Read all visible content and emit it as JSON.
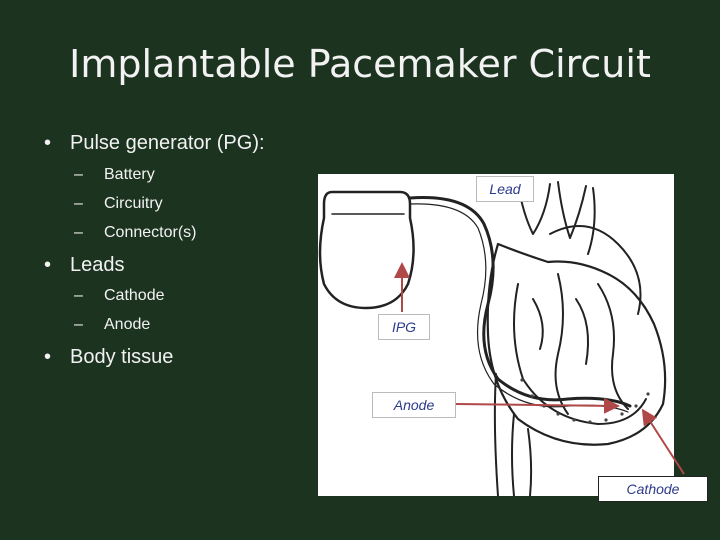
{
  "slide": {
    "title": "Implantable Pacemaker Circuit",
    "bullets": [
      {
        "text": "Pulse generator (PG):",
        "subitems": [
          "Battery",
          "Circuitry",
          "Connector(s)"
        ]
      },
      {
        "text": "Leads",
        "subitems": [
          "Cathode",
          "Anode"
        ]
      },
      {
        "text": "Body tissue",
        "subitems": []
      }
    ],
    "bullet_symbol": "•",
    "dash_symbol": "–"
  },
  "figure": {
    "labels": {
      "lead": "Lead",
      "ipg": "IPG",
      "anode": "Anode",
      "cathode": "Cathode"
    },
    "arrow_color": "#b04848",
    "label_text_color": "#2b3a8a"
  },
  "colors": {
    "background": "#1c3320",
    "text": "#f2f2f2"
  }
}
